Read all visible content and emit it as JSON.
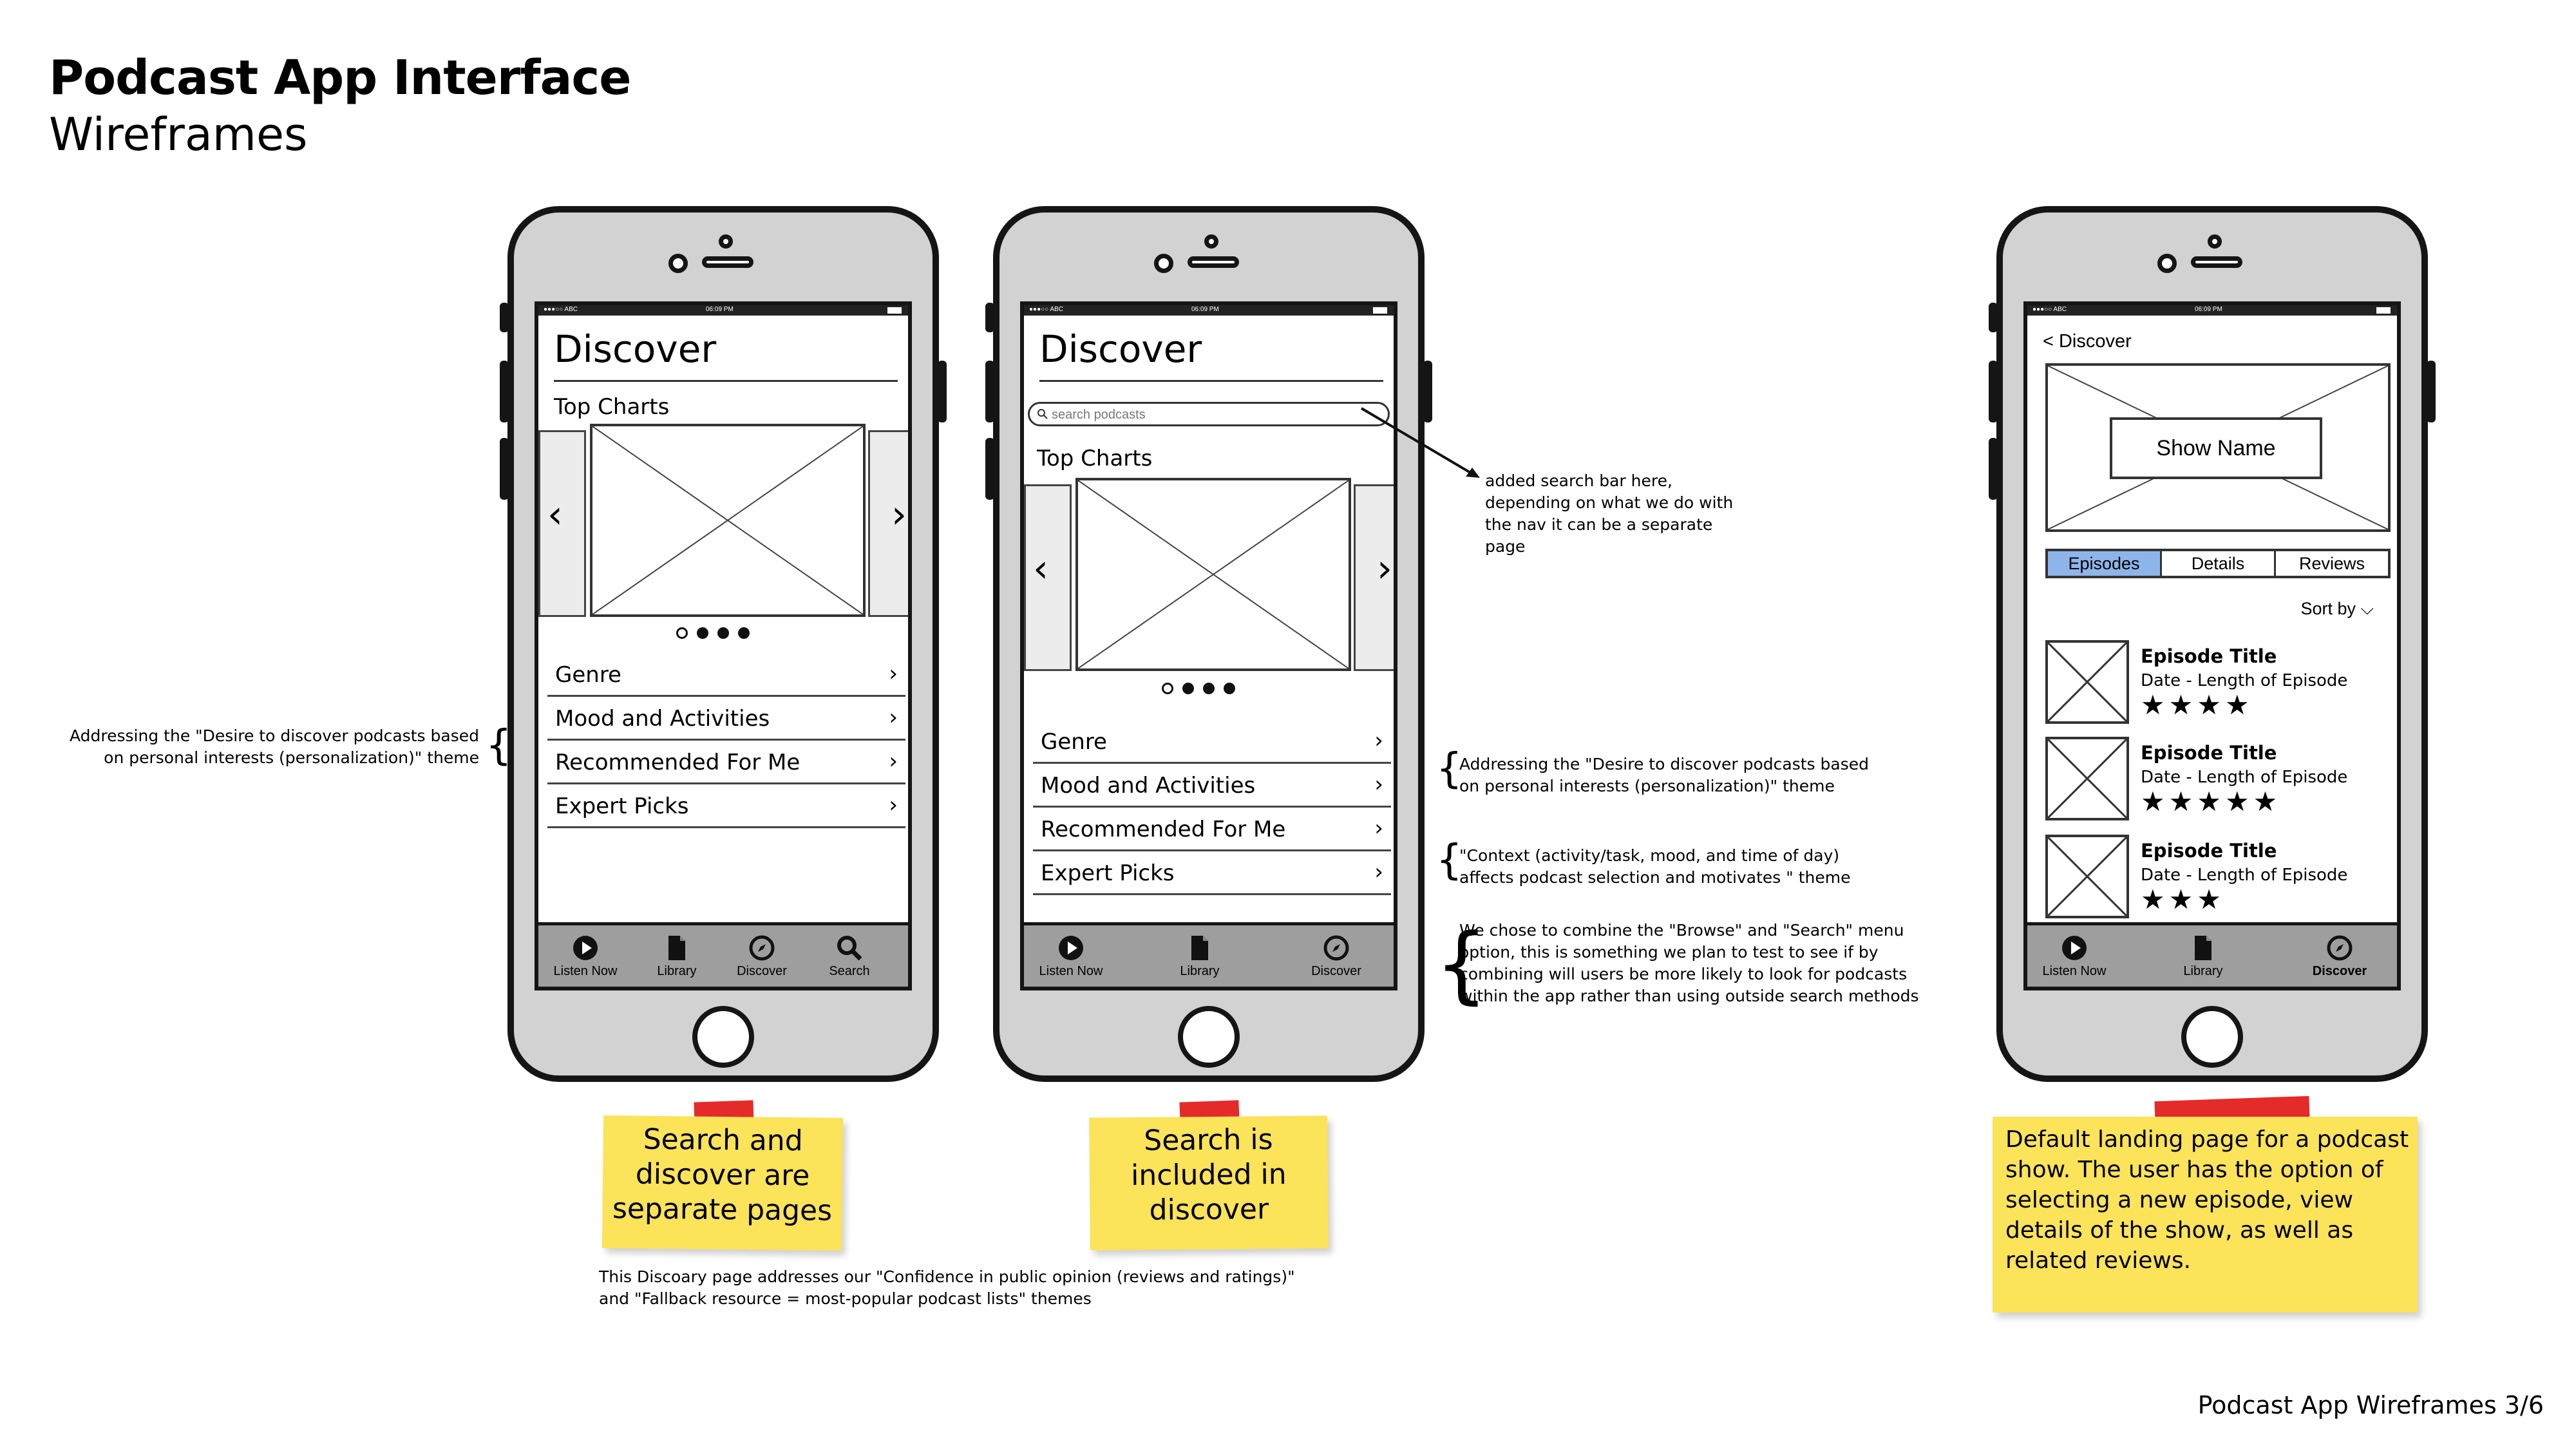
{
  "header": {
    "title": "Podcast App Interface",
    "subtitle": "Wireframes"
  },
  "footer": {
    "page_label": "Podcast App Wireframes 3/6"
  },
  "phone1": {
    "status": {
      "carrier": "●●●○○ ABC",
      "time": "06:09 PM"
    },
    "heading": "Discover",
    "section": "Top Charts",
    "carousel": {
      "prev": "‹",
      "next": "›",
      "dots": 4,
      "active": 0
    },
    "rows": [
      "Genre",
      "Mood and Activities",
      "Recommended For Me",
      "Expert Picks"
    ],
    "row_chevron": "›",
    "tabs": [
      {
        "label": "Listen Now",
        "icon": "play-icon"
      },
      {
        "label": "Library",
        "icon": "document-icon"
      },
      {
        "label": "Discover",
        "icon": "compass-icon"
      },
      {
        "label": "Search",
        "icon": "search-icon"
      }
    ]
  },
  "phone2": {
    "status": {
      "carrier": "●●●○○ ABC",
      "time": "06:09 PM"
    },
    "heading": "Discover",
    "search_placeholder": "search podcasts",
    "section": "Top Charts",
    "carousel": {
      "prev": "‹",
      "next": "›",
      "dots": 4,
      "active": 0
    },
    "rows": [
      "Genre",
      "Mood and Activities",
      "Recommended For Me",
      "Expert Picks"
    ],
    "row_chevron": "›",
    "tabs": [
      {
        "label": "Listen Now",
        "icon": "play-icon"
      },
      {
        "label": "Library",
        "icon": "document-icon"
      },
      {
        "label": "Discover",
        "icon": "compass-icon"
      }
    ]
  },
  "phone3": {
    "status": {
      "carrier": "●●●○○ ABC",
      "time": "06:09 PM"
    },
    "back": "< Discover",
    "show_name": "Show Name",
    "segments": [
      "Episodes",
      "Details",
      "Reviews"
    ],
    "sort_by": "Sort by ⌵",
    "episodes": [
      {
        "title": "Episode Title",
        "meta": "Date - Length of Episode",
        "stars": "★★★★"
      },
      {
        "title": "Episode Title",
        "meta": "Date - Length of Episode",
        "stars": "★★★★★"
      },
      {
        "title": "Episode Title",
        "meta": "Date - Length of Episode",
        "stars": "★★★"
      }
    ],
    "tabs": [
      {
        "label": "Listen Now",
        "icon": "play-icon"
      },
      {
        "label": "Library",
        "icon": "document-icon"
      },
      {
        "label": "Discover",
        "icon": "compass-icon"
      }
    ]
  },
  "notes": {
    "note1": [
      "Search and",
      "discover are",
      "separate pages"
    ],
    "note2": [
      "Search is",
      "included in",
      "discover"
    ],
    "note3": [
      "Default landing page for a podcast",
      "show. The user has the option of",
      "selecting a new episode, view",
      "details of the show, as well as",
      "related reviews."
    ]
  },
  "annotations": {
    "left_theme": [
      "Addressing the \"Desire to discover podcasts based",
      "on personal interests (personalization)\" theme"
    ],
    "search_bar": [
      "added search bar here,",
      "depending on what we do with",
      "the nav it can be a separate",
      "page"
    ],
    "personalization": [
      "Addressing the \"Desire to discover podcasts based",
      "on personal interests (personalization)\" theme"
    ],
    "context": [
      "\"Context (activity/task, mood, and time of day)",
      "affects podcast selection and motivates \" theme"
    ],
    "browse_search": [
      "We chose to combine the \"Browse\" and \"Search\" menu",
      "option, this is something we plan to test to see if by",
      "combining will users be more likely to look for podcasts",
      "within the app rather than using outside search methods"
    ],
    "bottom": [
      "This Discoary page addresses our \"Confidence in public opinion (reviews and ratings)\"",
      "and \"Fallback resource = most-popular podcast lists\" themes"
    ]
  },
  "colors": {
    "note": "#fbe35a",
    "tape": "#e52a2a",
    "phone_body": "#d2d2d2",
    "tab_bar": "#9e9e9e",
    "segment_active": "#8eb5ea"
  }
}
